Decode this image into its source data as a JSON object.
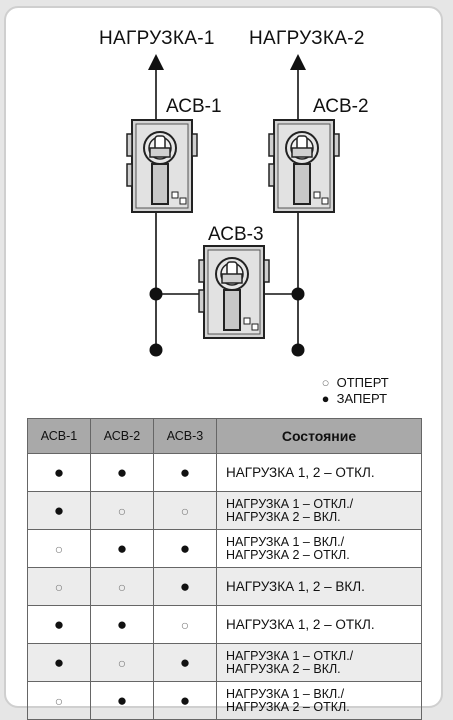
{
  "loads": {
    "load1": "НАГРУЗКА-1",
    "load2": "НАГРУЗКА-2"
  },
  "breakers": {
    "b1": "АСВ-1",
    "b2": "АСВ-2",
    "b3": "АСВ-3"
  },
  "legend": {
    "open": {
      "symbol": "○",
      "label": "ОТПЕРТ"
    },
    "locked": {
      "symbol": "●",
      "label": "ЗАПЕРТ"
    }
  },
  "table": {
    "headers": [
      "АСВ-1",
      "АСВ-2",
      "АСВ-3",
      "Состояние"
    ],
    "rows": [
      {
        "cells": [
          "●",
          "●",
          "●"
        ],
        "state": [
          "НАГРУЗКА 1, 2 – ОТКЛ."
        ]
      },
      {
        "cells": [
          "●",
          "○",
          "○"
        ],
        "state": [
          "НАГРУЗКА 1 – ОТКЛ./",
          "НАГРУЗКА 2 – ВКЛ."
        ]
      },
      {
        "cells": [
          "○",
          "●",
          "●"
        ],
        "state": [
          "НАГРУЗКА 1 – ВКЛ./",
          "НАГРУЗКА 2 – ОТКЛ."
        ]
      },
      {
        "cells": [
          "○",
          "○",
          "●"
        ],
        "state": [
          "НАГРУЗКА 1, 2 – ВКЛ."
        ]
      },
      {
        "cells": [
          "●",
          "●",
          "○"
        ],
        "state": [
          "НАГРУЗКА 1, 2 – ОТКЛ."
        ]
      },
      {
        "cells": [
          "●",
          "○",
          "●"
        ],
        "state": [
          "НАГРУЗКА 1 – ОТКЛ./",
          "НАГРУЗКА 2 – ВКЛ."
        ]
      },
      {
        "cells": [
          "○",
          "●",
          "●"
        ],
        "state": [
          "НАГРУЗКА 1 – ВКЛ./",
          "НАГРУЗКА 2 – ОТКЛ."
        ]
      }
    ]
  }
}
